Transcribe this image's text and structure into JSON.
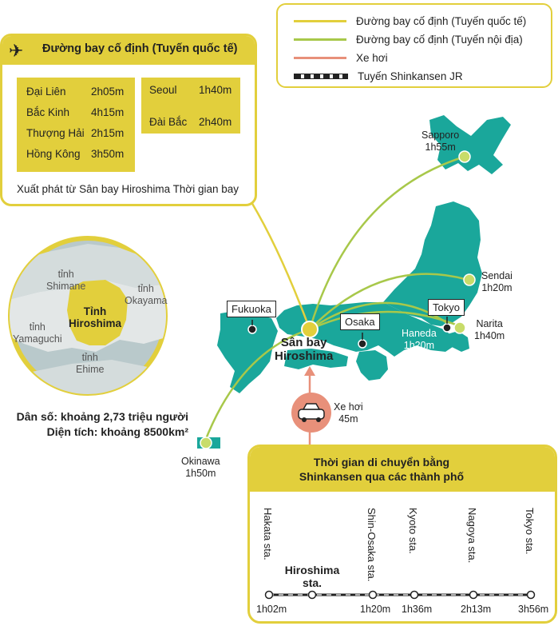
{
  "legend": {
    "items": [
      {
        "label": "Đường bay cố định (Tuyến quốc tế)",
        "color": "#e2cf3c",
        "style": "solid"
      },
      {
        "label": "Đường bay cố định (Tuyến nội địa)",
        "color": "#a8c84a",
        "style": "solid"
      },
      {
        "label": "Xe hơi",
        "color": "#e8907a",
        "style": "solid"
      },
      {
        "label": "Tuyến Shinkansen JR",
        "color": "#222222",
        "style": "rail"
      }
    ]
  },
  "international": {
    "title": "Đường bay cố định (Tuyến quốc tế)",
    "icon": "airplane-icon",
    "left_routes": [
      {
        "city": "Đại Liên",
        "time": "2h05m"
      },
      {
        "city": "Bắc Kinh",
        "time": "4h15m"
      },
      {
        "city": "Thượng Hải",
        "time": "2h15m"
      },
      {
        "city": "Hồng Kông",
        "time": "3h50m"
      }
    ],
    "right_routes": [
      {
        "city": "Seoul",
        "time": "1h40m"
      },
      {
        "city": "Đài Bắc",
        "time": "2h40m"
      }
    ],
    "footer": "Xuất phát từ Sân bay Hiroshima Thời gian bay"
  },
  "prefecture_map": {
    "shimane": "tỉnh\nShimane",
    "okayama": "tỉnh\nOkayama",
    "yamaguchi": "tỉnh\nYamaguchi",
    "ehime": "tỉnh\nEhime",
    "hiroshima": "Tỉnh\nHiroshima"
  },
  "stats": {
    "population": "Dân số: khoảng 2,73 triệu người",
    "area": "Diện tích: khoảng 8500km²"
  },
  "map": {
    "hub": "Sân bay\nHiroshima",
    "callouts": {
      "fukuoka": "Fukuoka",
      "osaka": "Osaka",
      "tokyo": "Tokyo"
    },
    "destinations": {
      "sapporo": "Sapporo\n1h55m",
      "sendai": "Sendai\n1h20m",
      "narita": "Narita\n1h40m",
      "haneda": "Haneda\n1h20m",
      "okinawa": "Okinawa\n1h50m"
    },
    "car": {
      "label": "Xe hơi\n45m",
      "icon": "car-icon"
    }
  },
  "shinkansen": {
    "title": "Thời gian di chuyển bằng\nShinkansen qua các thành phố",
    "icon": "train-icon",
    "stations": [
      {
        "name": "Hakata sta.",
        "time": "1h02m"
      },
      {
        "name": "Hiroshima\nsta.",
        "time": ""
      },
      {
        "name": "Shin-Osaka sta.",
        "time": "1h20m"
      },
      {
        "name": "Kyoto sta.",
        "time": "1h36m"
      },
      {
        "name": "Nagoya sta.",
        "time": "2h13m"
      },
      {
        "name": "Tokyo sta.",
        "time": "3h56m"
      }
    ]
  }
}
